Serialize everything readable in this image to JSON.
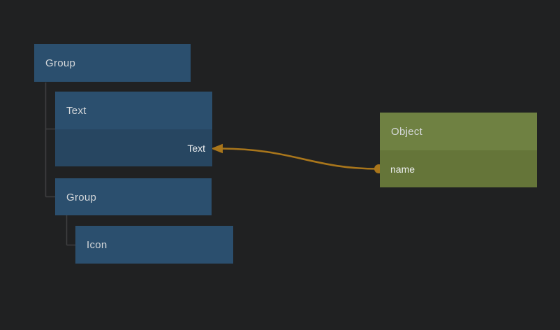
{
  "colors": {
    "canvas_bg": "#202122",
    "node_blue": "#2b4f6e",
    "node_blue_row": "#274661",
    "object_green": "#6f8142",
    "object_green_row": "#657539",
    "wire": "#a9761b",
    "tree_line": "#3e3f40",
    "header_text": "#d6d9db",
    "port_text": "#edeff0"
  },
  "tree": {
    "nodes": [
      {
        "label": "Group"
      },
      {
        "label": "Text",
        "port": {
          "label": "Text"
        }
      },
      {
        "label": "Group"
      },
      {
        "label": "Icon"
      }
    ]
  },
  "object_node": {
    "title": "Object",
    "port": {
      "label": "name"
    }
  },
  "connection": {
    "from": "name",
    "to": "Text"
  }
}
